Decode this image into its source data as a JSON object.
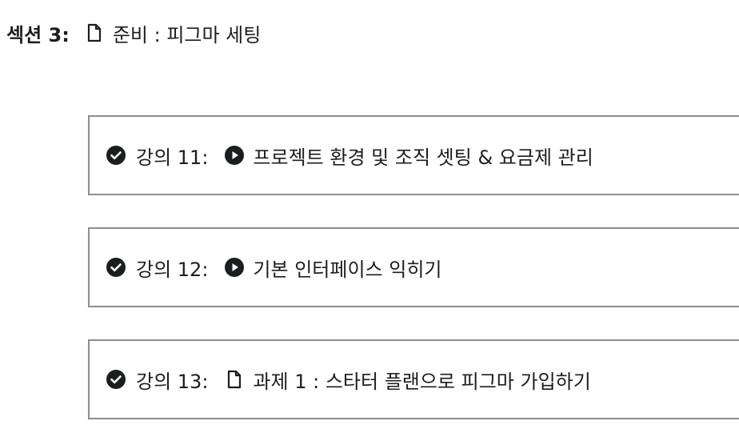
{
  "section": {
    "label": "섹션 3:",
    "icon": "document-icon",
    "title": "준비 : 피그마 세팅"
  },
  "lectures": [
    {
      "label": "강의 11:",
      "status_icon": "check-circle-icon",
      "type_icon": "play-circle-icon",
      "title": "프로젝트 환경 및 조직 셋팅 & 요금제 관리"
    },
    {
      "label": "강의 12:",
      "status_icon": "check-circle-icon",
      "type_icon": "play-circle-icon",
      "title": "기본 인터페이스 익히기"
    },
    {
      "label": "강의 13:",
      "status_icon": "check-circle-icon",
      "type_icon": "document-icon",
      "title": "과제 1 : 스타터 플랜으로 피그마 가입하기"
    }
  ],
  "colors": {
    "text": "#1c1d1f",
    "border": "#8b8d91",
    "background": "#ffffff"
  }
}
